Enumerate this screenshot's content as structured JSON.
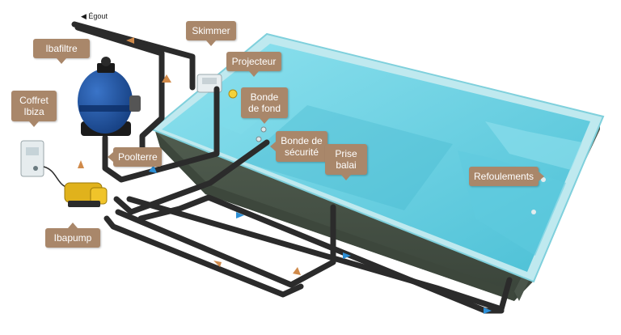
{
  "labels": {
    "egout": "Égout",
    "ibafiltre": "Ibafiltre",
    "coffret": "Coffret Ibiza",
    "poolterre": "Poolterre",
    "ibapump": "Ibapump",
    "skimmer": "Skimmer",
    "projecteur": "Projecteur",
    "bonde_fond": "Bonde de fond",
    "bonde_securite": "Bonde de sécurité",
    "prise_balai": "Prise balai",
    "refoulements": "Refoulements"
  },
  "colors": {
    "tag": "#a9876a",
    "water": "#6fd4e6",
    "pipe": "#2b2b2b",
    "flow_arrow_return": "#2d8fd6",
    "flow_arrow_suction": "#d08a4a"
  }
}
